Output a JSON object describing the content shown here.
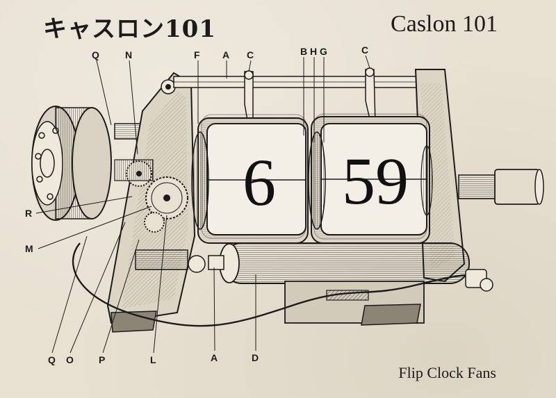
{
  "title_jp": "キャスロン101",
  "title_en": "Caslon 101",
  "footer": "Flip Clock Fans",
  "display": {
    "hour": "6",
    "minutes": "59"
  },
  "labels_top": [
    "Q",
    "N",
    "F",
    "A",
    "C",
    "B",
    "H",
    "G",
    "C"
  ],
  "labels_left": [
    "R",
    "M"
  ],
  "labels_bottom": [
    "Q",
    "O",
    "P",
    "L",
    "A",
    "D"
  ],
  "colors": {
    "paper": "#e8e1d2",
    "ink": "#1b1b1b",
    "card": "#f3efe6"
  }
}
